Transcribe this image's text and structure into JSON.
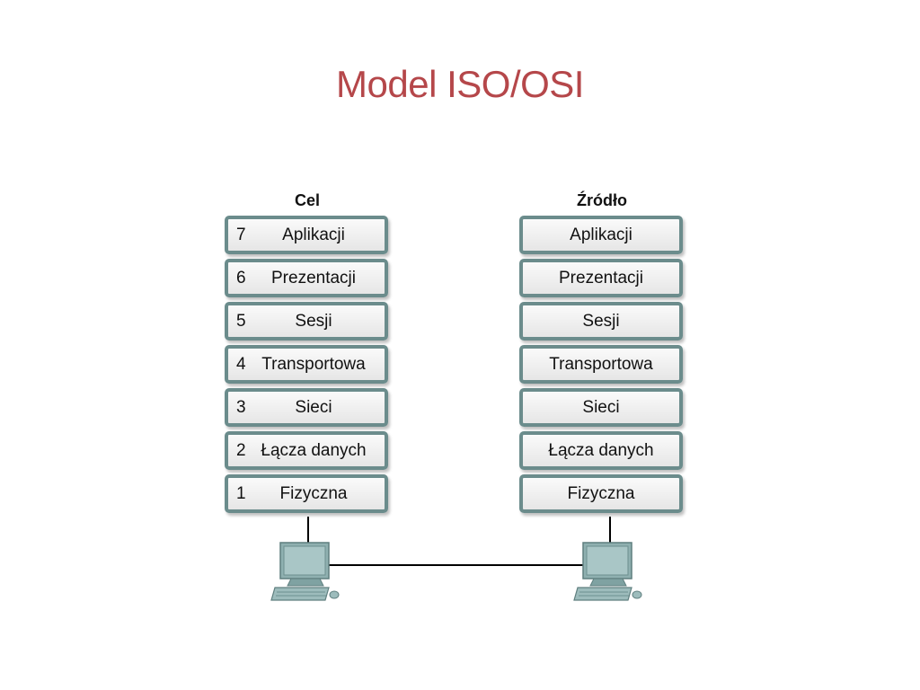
{
  "title": "Model ISO/OSI",
  "destination": {
    "header": "Cel",
    "layers": [
      {
        "num": "7",
        "name": "Aplikacji"
      },
      {
        "num": "6",
        "name": "Prezentacji"
      },
      {
        "num": "5",
        "name": "Sesji"
      },
      {
        "num": "4",
        "name": "Transportowa"
      },
      {
        "num": "3",
        "name": "Sieci"
      },
      {
        "num": "2",
        "name": "Łącza danych"
      },
      {
        "num": "1",
        "name": "Fizyczna"
      }
    ]
  },
  "source": {
    "header": "Źródło",
    "layers": [
      {
        "name": "Aplikacji"
      },
      {
        "name": "Prezentacji"
      },
      {
        "name": "Sesji"
      },
      {
        "name": "Transportowa"
      },
      {
        "name": "Sieci"
      },
      {
        "name": "Łącza danych"
      },
      {
        "name": "Fizyczna"
      }
    ]
  },
  "colors": {
    "title": "#b5474a",
    "layer_border": "#6b8c8c",
    "computer_body": "#8fb0b0"
  },
  "icons": [
    "computer-icon"
  ]
}
